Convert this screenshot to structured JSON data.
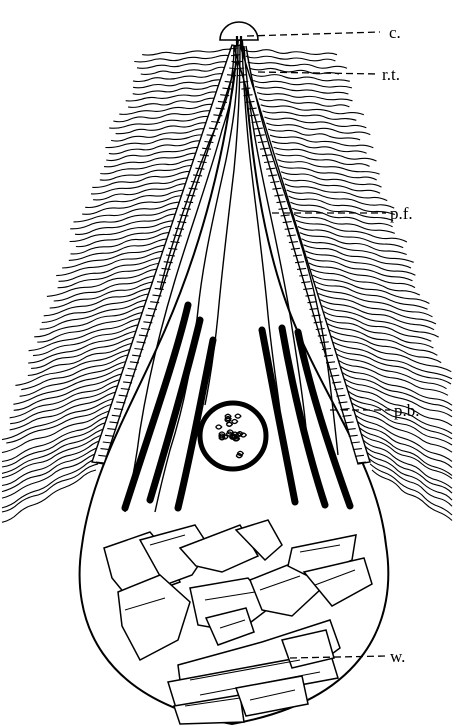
{
  "labels": {
    "centrosome": "c.",
    "rostral_tuft": "r.t.",
    "postrostral_flagella": "p.f.",
    "parabasal_bodies": "p.b.",
    "wood_particles": "w."
  },
  "colors": {
    "ink": "#000000",
    "paper": "#ffffff"
  }
}
